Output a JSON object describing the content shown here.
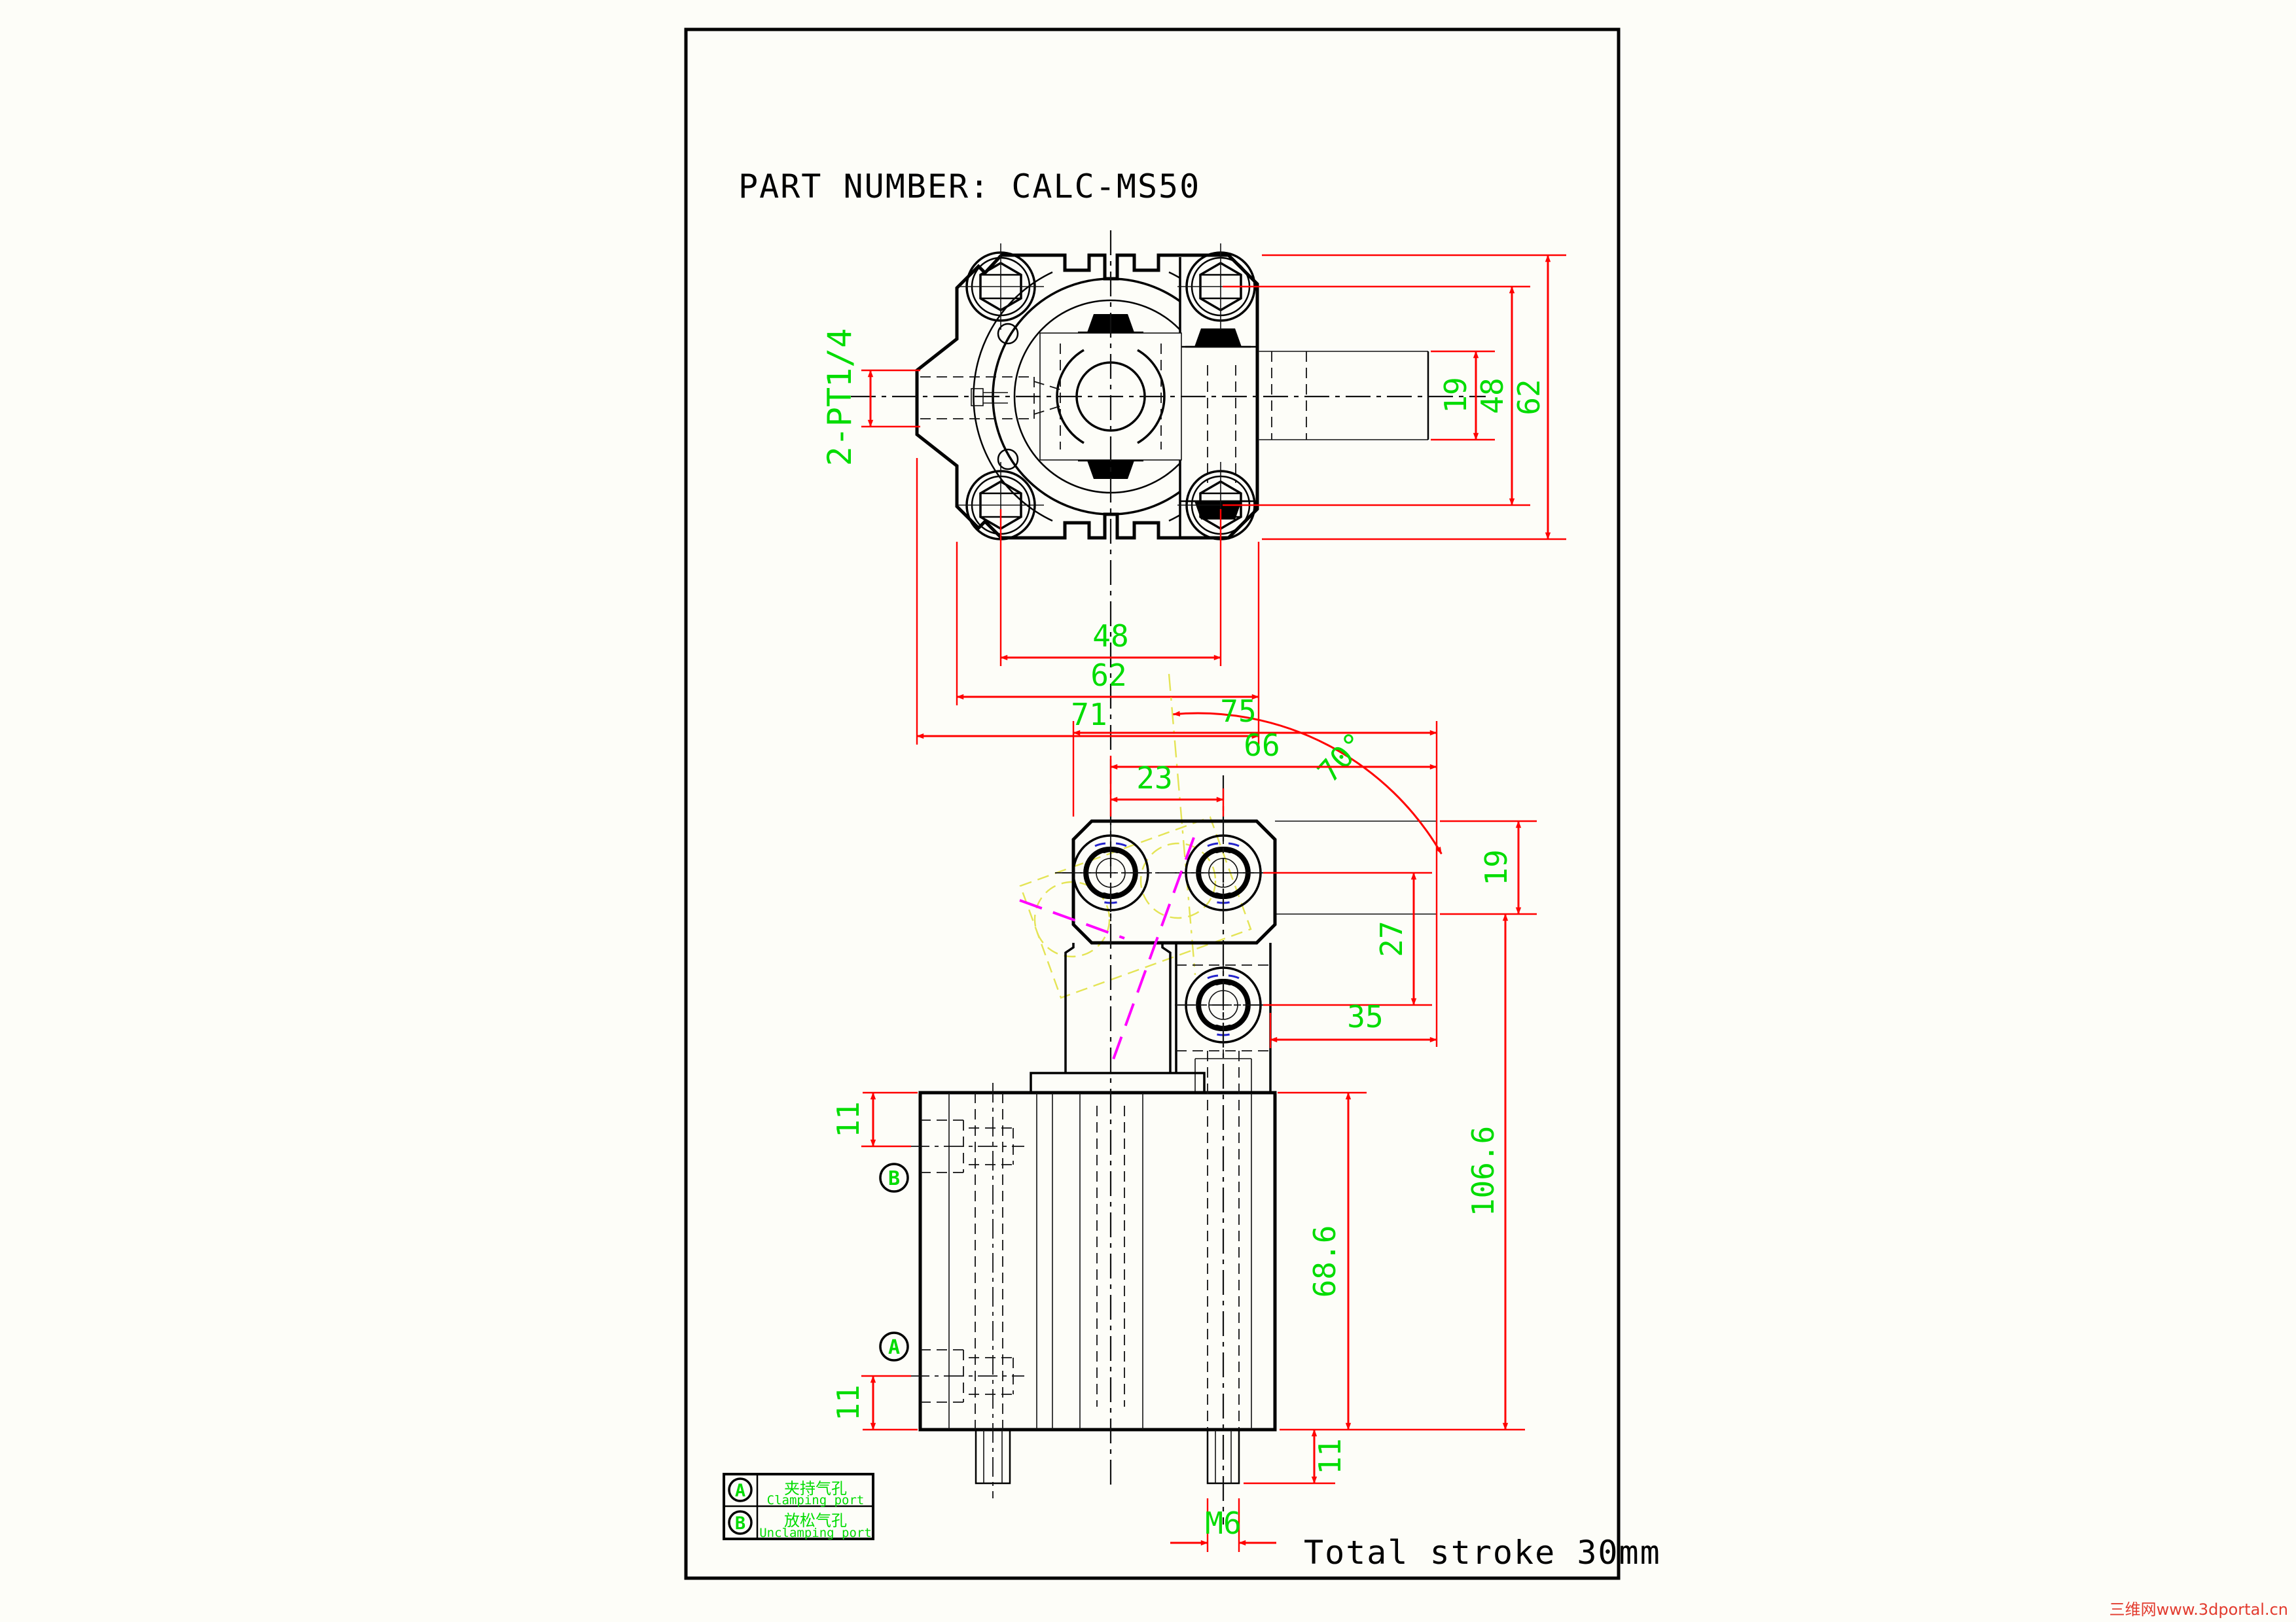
{
  "drawing": {
    "title": "PART NUMBER:  CALC-MS50",
    "stroke_note": "Total stroke 30mm",
    "watermark": "三维网www.3dportal.cn"
  },
  "top_view": {
    "port_label": "2-PT1/4",
    "rod_diameter": "19",
    "bolt_spacing_vertical": "48",
    "body_height": "62",
    "bolt_spacing_horizontal": "48",
    "body_width": "62",
    "overall_width": "71"
  },
  "front_view": {
    "arm_overall": "75",
    "center_to_edge": "66",
    "hole_pitch": "23",
    "swing_angle": "70°",
    "plate_thickness": "19",
    "hole_offset": "27",
    "side_clearance": "35",
    "total_height": "106.6",
    "body_height": "68.6",
    "port_b_offset": "11",
    "port_a_offset": "11",
    "stud_length": "11",
    "thread_size": "M6",
    "port_a": "A",
    "port_b": "B"
  },
  "legend": {
    "rows": [
      {
        "symbol": "A",
        "label_cn": "夹持气孔",
        "label_en": "Clamping port"
      },
      {
        "symbol": "B",
        "label_cn": "放松气孔",
        "label_en": "Unclamping port"
      }
    ]
  },
  "colors": {
    "dimension_line": "#ff0000",
    "dimension_text": "#00dc00",
    "construction_yellow": "#e4e455",
    "swing_magenta": "#ff00ff",
    "detail_blue": "#2323cc",
    "outline": "#000000",
    "paper": "#fdfdf8"
  }
}
